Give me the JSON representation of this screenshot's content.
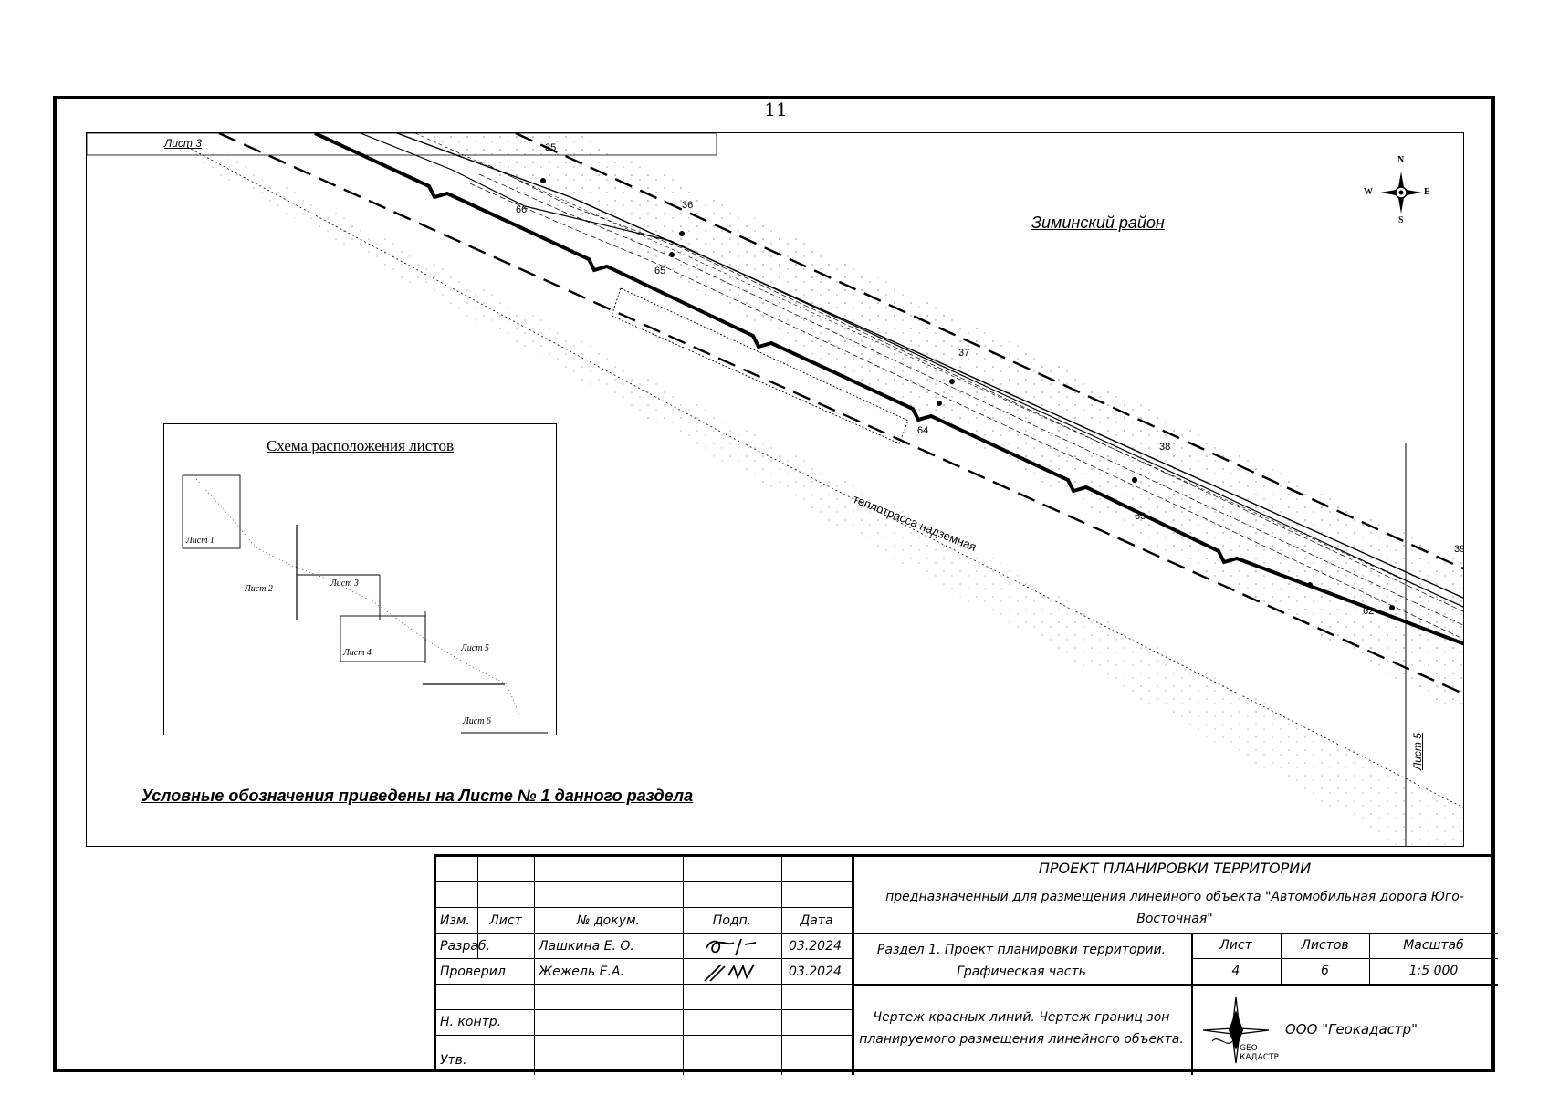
{
  "page_number": "11",
  "map": {
    "district_label": "Зиминский район",
    "heat_pipeline_label": "теплотрасса надземная",
    "sheet_ref_top": "Лист 3",
    "sheet_ref_right": "Лист 5",
    "point_numbers": [
      "35",
      "36",
      "37",
      "38",
      "39",
      "62",
      "63",
      "64",
      "65",
      "66"
    ],
    "legend_note": "Условные обозначения приведены на Листе № 1 данного раздела",
    "compass": {
      "n": "N",
      "s": "S",
      "e": "E",
      "w": "W"
    }
  },
  "scheme": {
    "title": "Схема расположения листов",
    "sheets": [
      "Лист 1",
      "Лист 2",
      "Лист 3",
      "Лист 4",
      "Лист 5",
      "Лист 6"
    ]
  },
  "title_block": {
    "project_title": "ПРОЕКТ ПЛАНИРОВКИ ТЕРРИТОРИИ",
    "project_subtitle_line1": "предназначенный для размещения линейного объекта \"Автомобильная дорога Юго-",
    "project_subtitle_line2": "Восточная\"",
    "headers": {
      "izm": "Изм.",
      "list": "Лист",
      "doc_no": "№ докум.",
      "sign": "Подп.",
      "date": "Дата"
    },
    "roles": {
      "developed_label": "Разраб.",
      "developed_name": "Лашкина Е. О.",
      "developed_date": "03.2024",
      "checked_label": "Проверил",
      "checked_name": "Жежель Е.А.",
      "checked_date": "03.2024",
      "norm_control_label": "Н. контр.",
      "approved_label": "Утв."
    },
    "section_line1": "Раздел 1. Проект планировки территории.",
    "section_line2": "Графическая часть",
    "sheet_header": "Лист",
    "sheets_header": "Листов",
    "scale_header": "Масштаб",
    "sheet_value": "4",
    "sheets_value": "6",
    "scale_value": "1:5 000",
    "drawing_line1": "Чертеж красных линий. Чертеж границ зон",
    "drawing_line2": "планируемого размещения линейного объекта.",
    "company": "ООО \"Геокадастр\"",
    "logo_text_1": "GEO",
    "logo_text_2": "КАДАСТР"
  }
}
